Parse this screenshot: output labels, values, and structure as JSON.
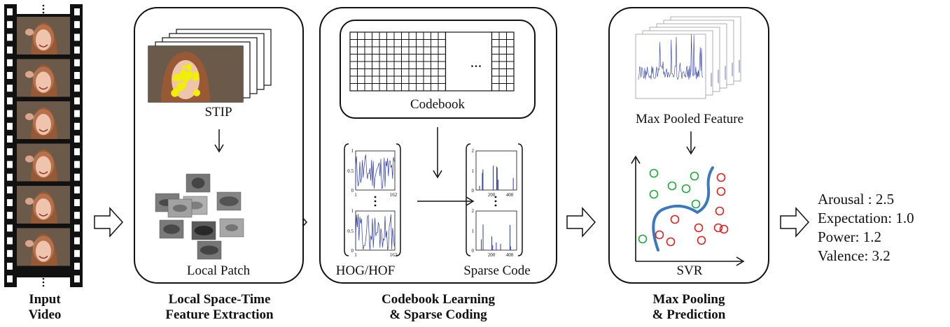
{
  "stages": [
    {
      "caption_line1": "Input",
      "caption_line2": "Video"
    },
    {
      "caption_line1": "Local Space-Time",
      "caption_line2": "Feature Extraction"
    },
    {
      "caption_line1": "Codebook Learning",
      "caption_line2": "& Sparse Coding"
    },
    {
      "caption_line1": "Max Pooling",
      "caption_line2": "& Prediction"
    }
  ],
  "panel_labels": {
    "stip": "STIP",
    "local_patch": "Local Patch",
    "codebook": "Codebook",
    "codebook_ellipsis": "...",
    "hog_hof": "HOG/HOF",
    "sparse_code": "Sparse Code",
    "max_pooled_feature": "Max Pooled Feature",
    "svr": "SVR"
  },
  "plot_ticks": {
    "hog_top_y": [
      "1",
      "0.5",
      "0"
    ],
    "hog_top_x": [
      "1",
      "162"
    ],
    "hog_bottom_y": [
      "1",
      "0.5",
      "0"
    ],
    "hog_bottom_x": [
      "1",
      "162"
    ],
    "sparse_top_y": [
      "2",
      "1",
      "0"
    ],
    "sparse_top_x": [
      "200",
      "400"
    ],
    "sparse_bottom_y": [
      "2",
      "1",
      "0"
    ],
    "sparse_bottom_x": [
      "200",
      "400"
    ]
  },
  "results": [
    {
      "label": "Arousal : 2.5"
    },
    {
      "label": "Expectation: 1.0"
    },
    {
      "label": "Power: 1.2"
    },
    {
      "label": "Valence: 3.2"
    }
  ],
  "colors": {
    "film": "#111111",
    "frame_bg": "#6b5a4a",
    "stip_points": "#f0f000",
    "signal": "#2b3aa8",
    "svr_curve": "#3a78c0",
    "class_a": "#1aa83a",
    "class_b": "#e02020"
  }
}
